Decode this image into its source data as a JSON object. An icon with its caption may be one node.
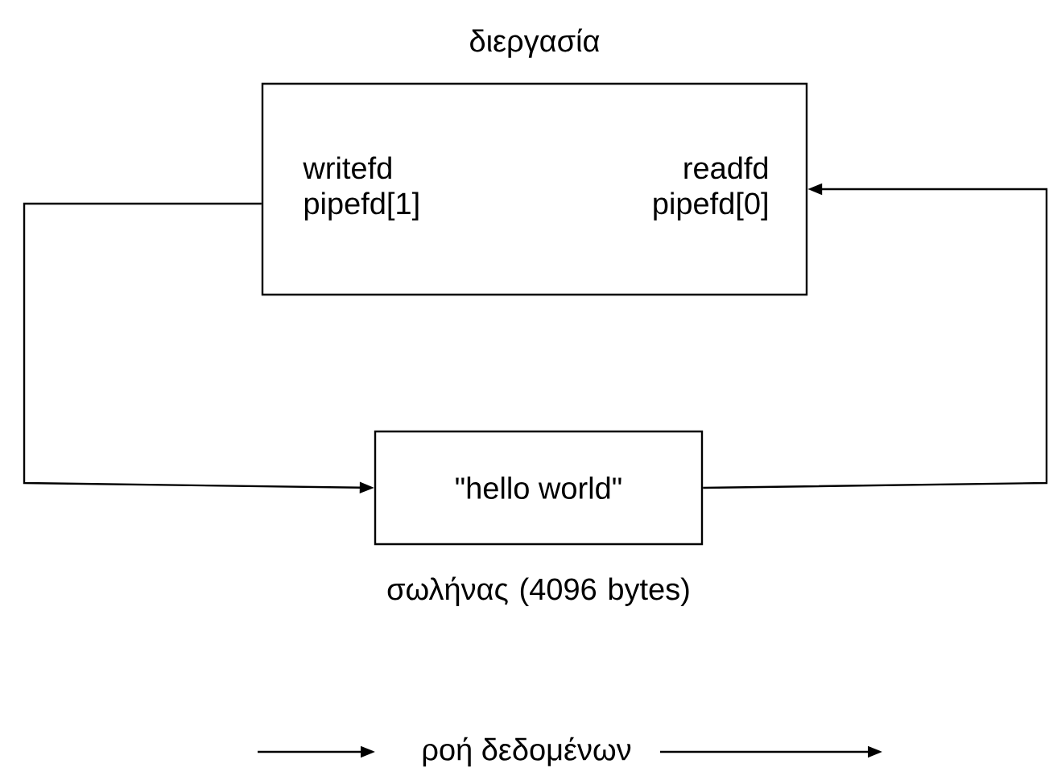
{
  "diagram": {
    "nodes": [
      {
        "text": [
          "διεργασία",
          "writefd pipefd[1]",
          "readfd pipefd[0]"
        ]
      },
      {
        "text": [
          "\"hello world\""
        ],
        "beside": [
          "σωλήνας (4096 bytes)"
        ]
      }
    ],
    "edges": [
      {
        "from": 0,
        "to": 1,
        "arrow": "to"
      },
      {
        "from": 1,
        "to": 0,
        "arrow": "to"
      }
    ],
    "legend": [
      {
        "text": "ροή δεδομένων"
      }
    ]
  }
}
